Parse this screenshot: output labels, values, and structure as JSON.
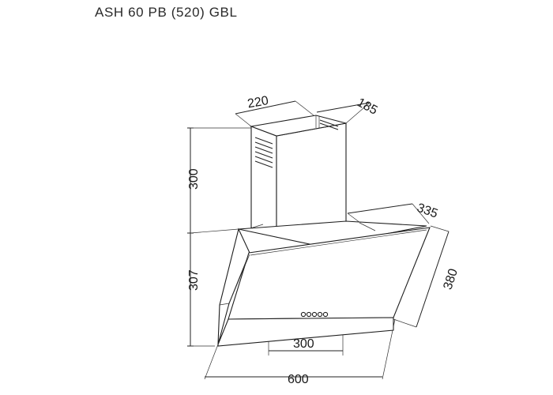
{
  "title": "ASH 60 PB (520) GBL",
  "dimensions": {
    "chimney_width": "220",
    "chimney_depth": "185",
    "chimney_height": "300",
    "hood_depth": "335",
    "hood_height": "307",
    "panel_height": "380",
    "bottom_inner_width": "300",
    "overall_width": "600"
  }
}
